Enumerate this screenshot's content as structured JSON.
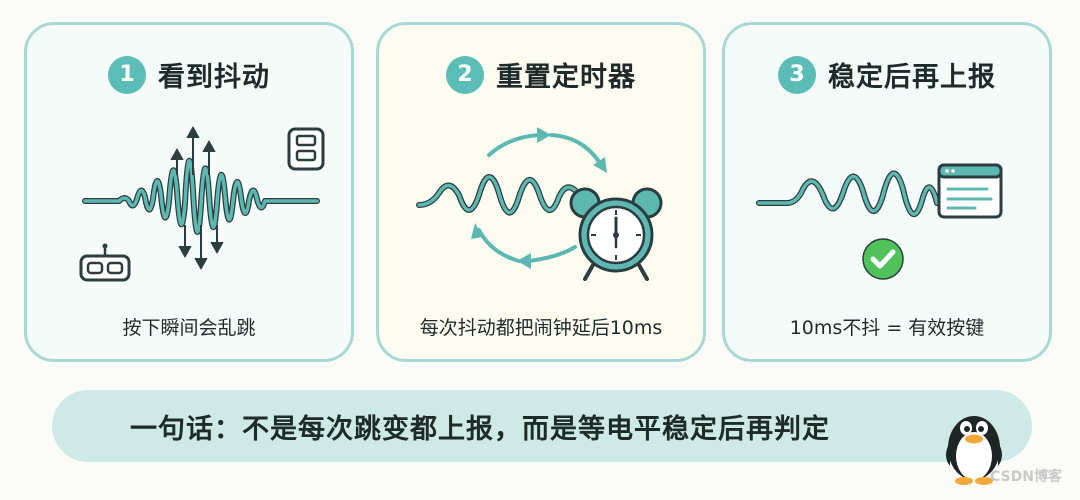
{
  "cards": [
    {
      "number": "1",
      "title": "看到抖动",
      "caption": "按下瞬间会乱跳"
    },
    {
      "number": "2",
      "title": "重置定时器",
      "caption": "每次抖动都把闹钟延后10ms"
    },
    {
      "number": "3",
      "title": "稳定后再上报",
      "caption": "10ms不抖 = 有效按键"
    }
  ],
  "banner": {
    "text": "一句话：不是每次跳变都上报，而是等电平稳定后再判定"
  },
  "watermark": "CSDN博客",
  "colors": {
    "accent": "#5bbdb5",
    "wave": "#5cb8b0",
    "dark": "#2c3d3f",
    "card_border": "#a9d8d3",
    "banner_bg": "#cdeae6",
    "check": "#4fc25c"
  },
  "icons": [
    "jitter-wave",
    "key-switch-icon",
    "button-device-icon",
    "cycle-arrows-icon",
    "alarm-clock-icon",
    "report-window-icon",
    "check-icon",
    "penguin-mascot"
  ]
}
